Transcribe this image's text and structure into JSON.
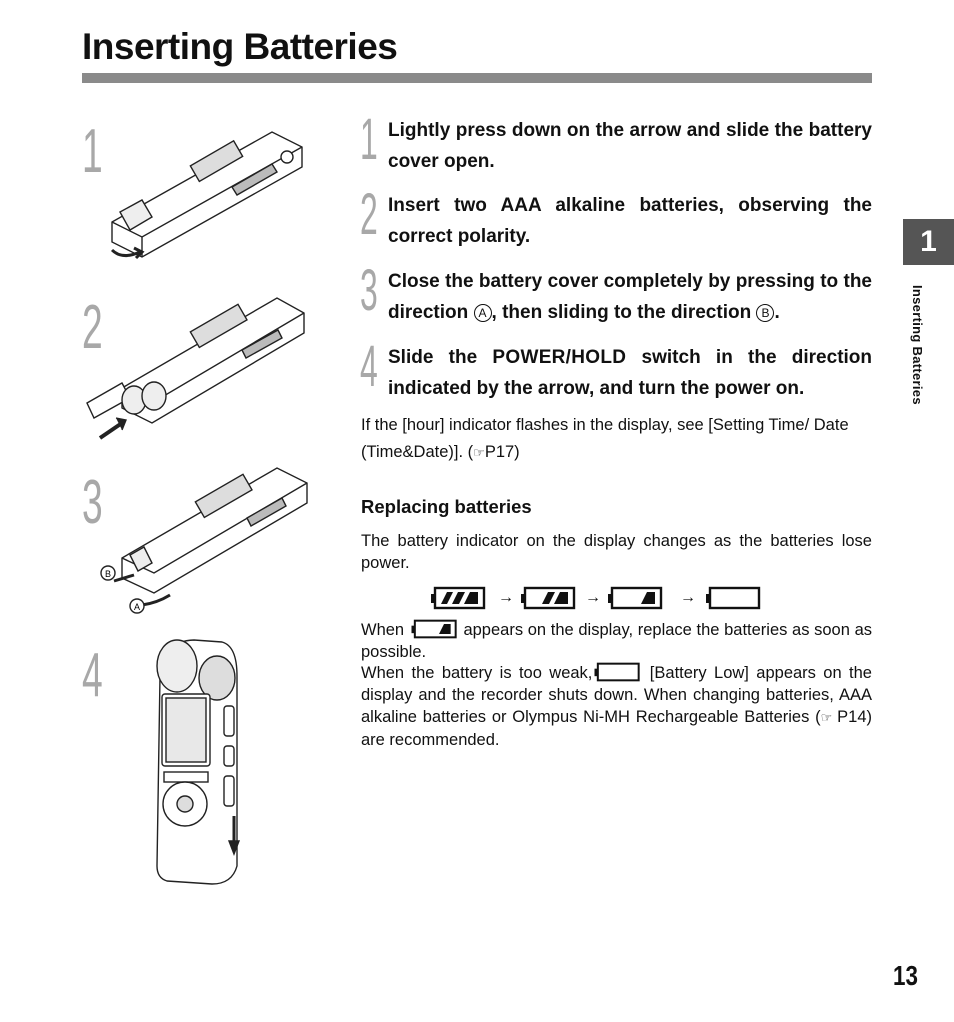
{
  "page": {
    "title": "Inserting Batteries",
    "number": "13"
  },
  "side_tab": {
    "chapter": "1",
    "label": "Inserting Batteries"
  },
  "illustrations": [
    {
      "step": "1"
    },
    {
      "step": "2"
    },
    {
      "step": "3",
      "markers": [
        "B",
        "A"
      ]
    },
    {
      "step": "4"
    }
  ],
  "steps": [
    {
      "num": "1",
      "text": "Lightly press down on the arrow and slide the battery cover open."
    },
    {
      "num": "2",
      "text": "Insert two AAA alkaline batteries, observing the correct polarity."
    },
    {
      "num": "3",
      "text_a": "Close the battery cover completely by pressing to the direction",
      "mark_a": "A",
      "text_b": ", then sliding to the direction",
      "mark_b": "B",
      "text_c": "."
    },
    {
      "num": "4",
      "text_a": "Slide the",
      "button": "POWER/HOLD",
      "text_b": "switch in the direction indicated by the arrow, and turn the power on."
    }
  ],
  "note": {
    "text": "If the [hour] indicator flashes in the display, see [Setting Time/ Date (Time&Date)]. (",
    "ref_icon": "pointing-hand-icon",
    "ref": "P17)"
  },
  "replacing": {
    "heading": "Replacing batteries",
    "intro": "The battery indicator on the display changes as the batteries lose power.",
    "arrow": "→",
    "when_a": "When",
    "when_b": "appears on the display, replace the batteries as soon as possible.",
    "weak_a": "When the battery is too weak,",
    "weak_b": "[Battery Low] appears on the display and the recorder shuts down. When changing batteries, AAA alkaline batteries or Olympus Ni-MH Rechargeable Batteries (",
    "weak_ref": "P14) are recommended."
  },
  "colors": {
    "step_number": "#a8a8a8",
    "title_rule": "#8a8a8a",
    "side_tab": "#555555"
  }
}
